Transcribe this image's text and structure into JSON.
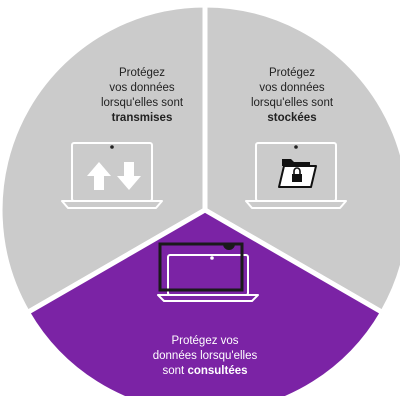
{
  "segments": [
    {
      "id": "transmitted",
      "line1": "Protégez",
      "line2": "vos données",
      "line3": "lorsqu'elles sont",
      "emphasis": "transmises",
      "color": "#cbcbcb",
      "icon": "upload-download-arrows-icon"
    },
    {
      "id": "stored",
      "line1": "Protégez",
      "line2": "vos données",
      "line3": "lorsqu'elles sont",
      "emphasis": "stockées",
      "color": "#cbcbcb",
      "icon": "locked-folder-icon"
    },
    {
      "id": "viewed",
      "line1": "Protégez vos",
      "line2": "données lorsqu'elles",
      "line3": "sont",
      "emphasis": "consultées",
      "color": "#7b23a5",
      "icon": "privacy-screen-laptop-icon"
    }
  ],
  "colors": {
    "accent": "#7b23a5",
    "neutral": "#cbcbcb",
    "divider": "#ffffff"
  }
}
